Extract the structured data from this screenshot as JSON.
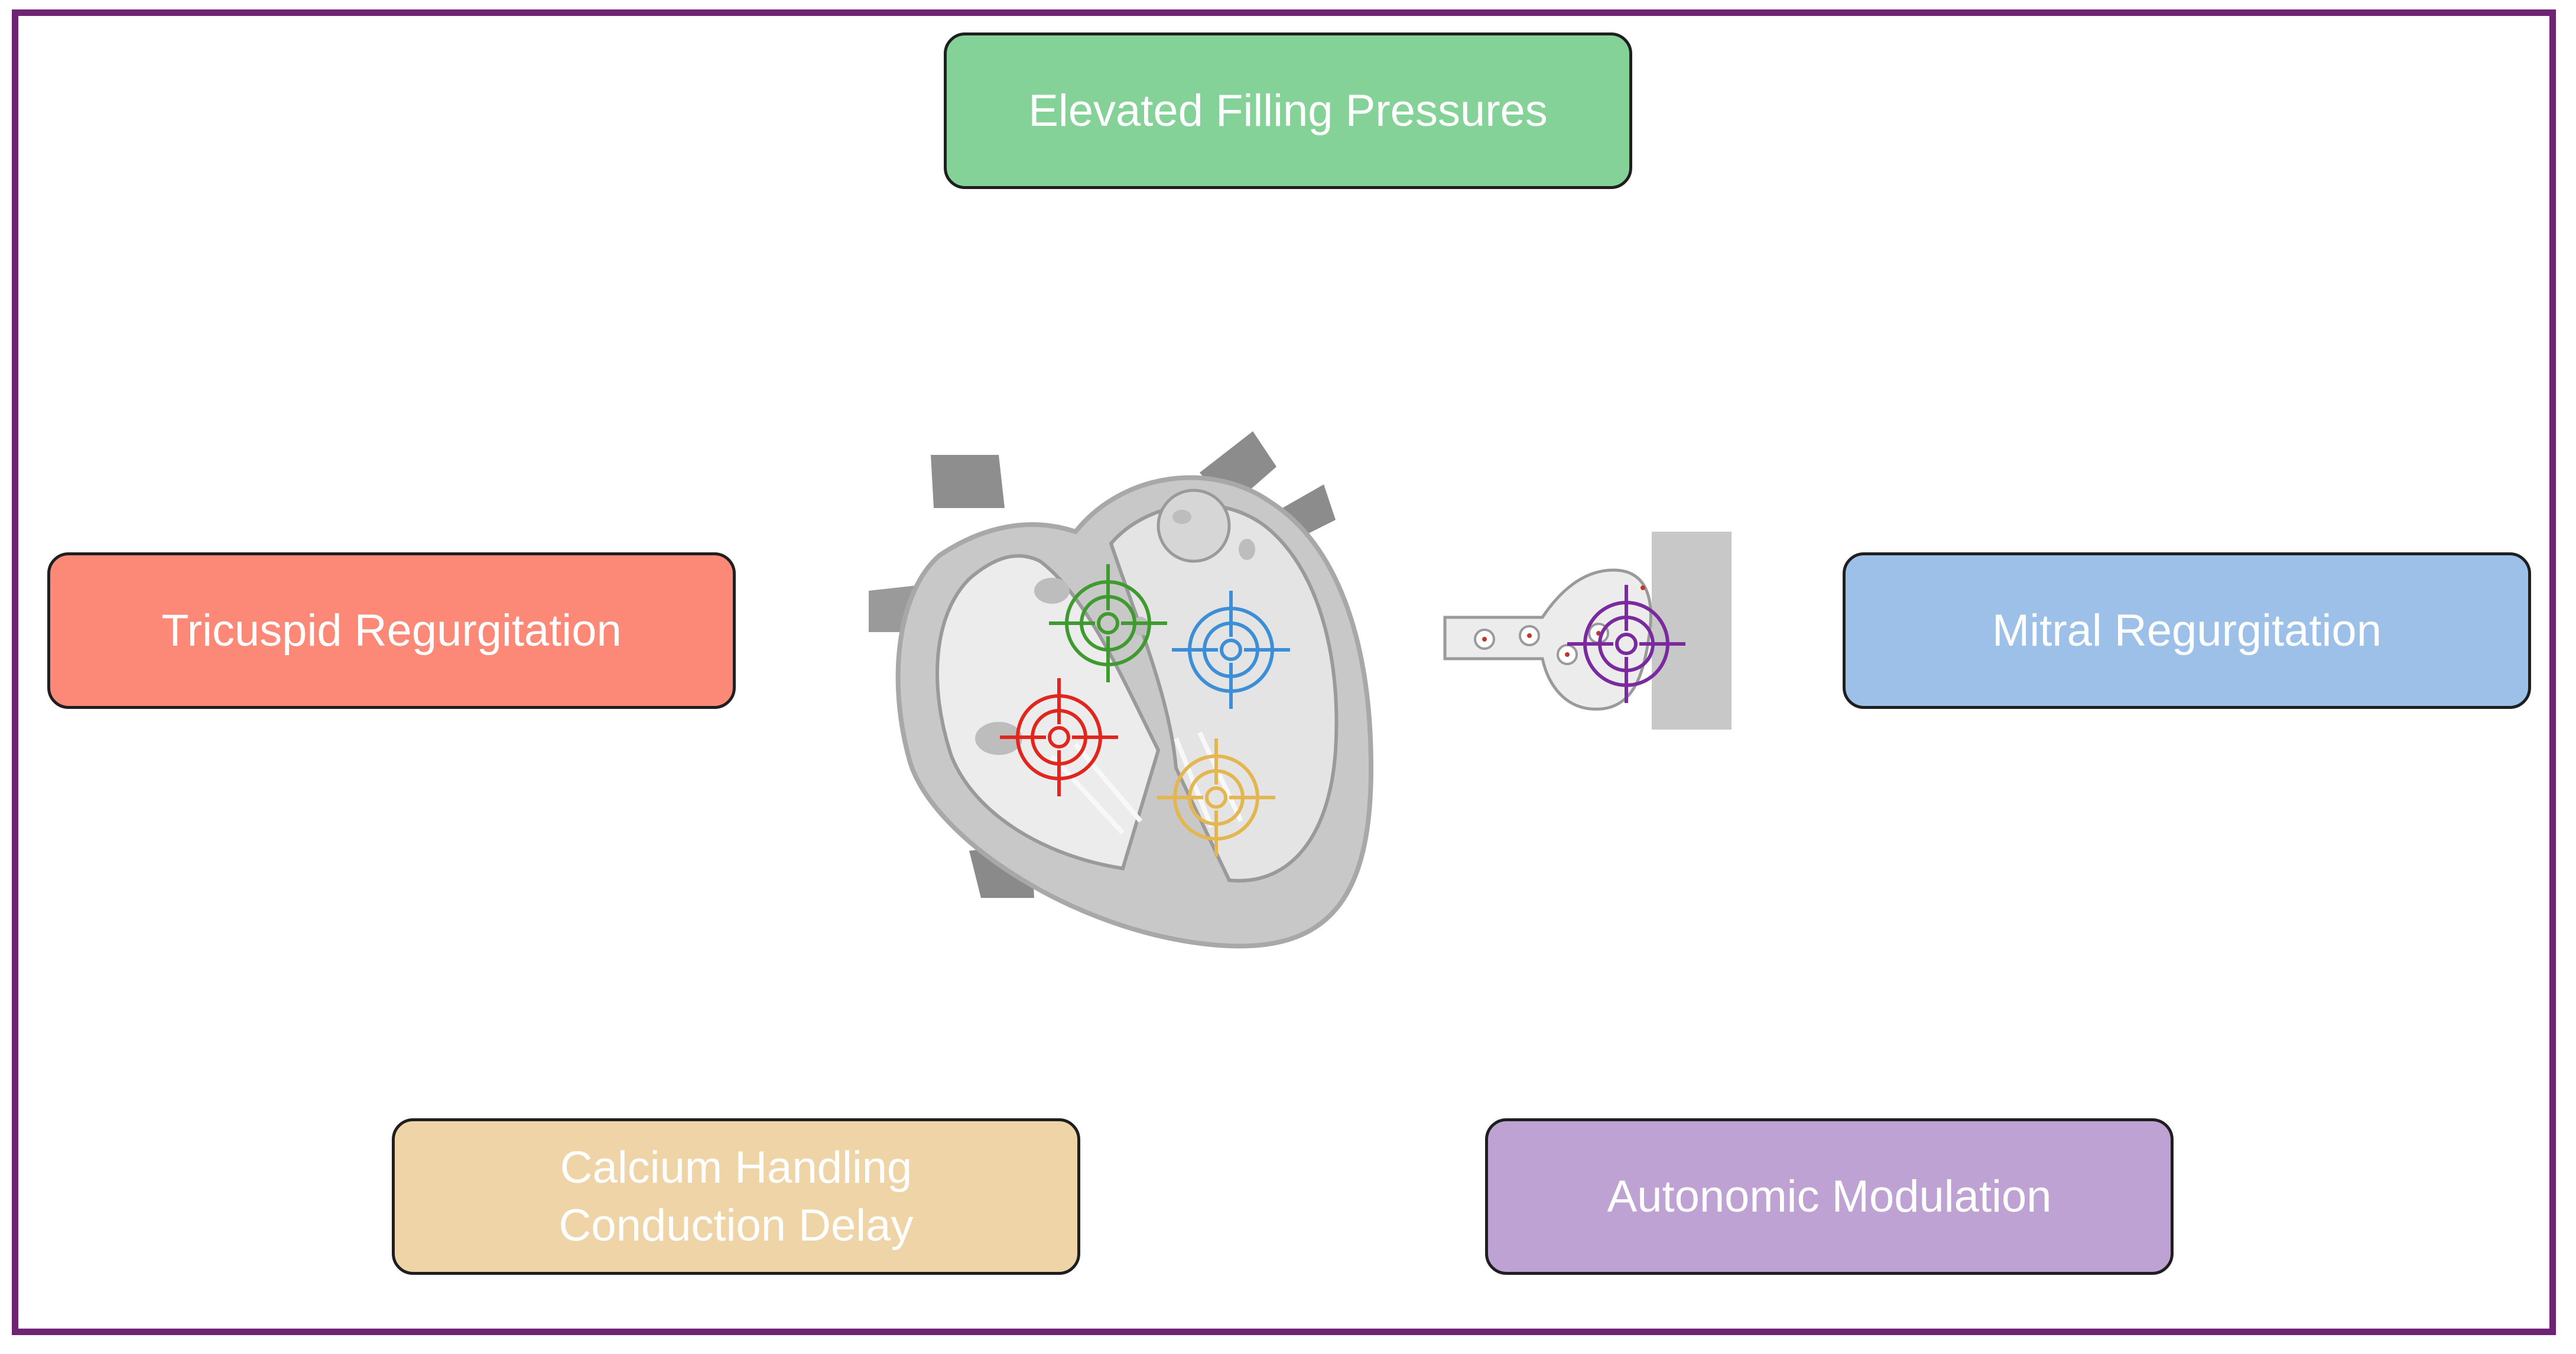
{
  "boxes": {
    "elevated_filling": "Elevated Filling Pressures",
    "tricuspid": "Tricuspid Regurgitation",
    "mitral": "Mitral Regurgitation",
    "calcium_line1": "Calcium Handling",
    "calcium_line2": "Conduction Delay",
    "autonomic": "Autonomic Modulation"
  },
  "colors": {
    "frame": "#6e2472",
    "elevated_filling": "#85d298",
    "tricuspid": "#fc8877",
    "mitral": "#9cc0e8",
    "calcium": "#efd4a8",
    "autonomic": "#bfa2d4",
    "target_green": "#3f9b2f",
    "target_blue": "#3c8ed6",
    "target_red": "#e0261d",
    "target_gold": "#e4b64f",
    "target_purple": "#7a2a9e"
  },
  "icons": [
    "heart-illustration",
    "synapse-illustration",
    "target-icon"
  ]
}
